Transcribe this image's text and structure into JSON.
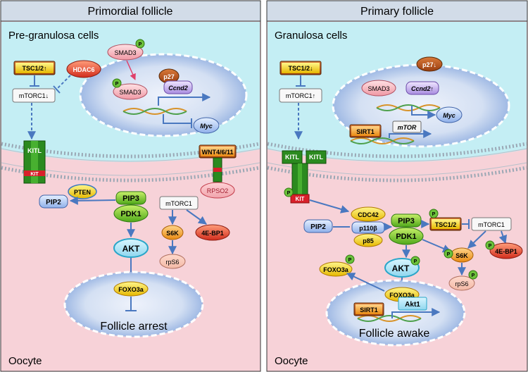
{
  "panels": {
    "left": {
      "title": "Primordial follicle",
      "top_cell": "Pre-granulosa cells",
      "bottom_cell": "Oocyte",
      "nucleus_text": "Follicle arrest",
      "labels": {
        "tsc": "TSC1/2↑",
        "hdac6": "HDAC6",
        "mtorc1_top": "mTORC1↓",
        "smad3_out": "SMAD3",
        "smad3_in": "SMAD3",
        "p27": "p27",
        "ccnd2": "Ccnd2",
        "myc": "Myc",
        "kitl": "KITL",
        "kit": "KIT",
        "wnt": "WNT4/6/11",
        "rpso2": "RPSO2",
        "pten": "PTEN",
        "pip2": "PIP2",
        "pip3": "PIP3",
        "pdk1": "PDK1",
        "mtorc1_bottom": "mTORC1",
        "s6k": "S6K",
        "ebp1": "4E-BP1",
        "rps6": "rpS6",
        "akt": "AKT",
        "foxo3a": "FOXO3a",
        "p": "P"
      }
    },
    "right": {
      "title": "Primary follicle",
      "top_cell": "Granulosa cells",
      "bottom_cell": "Oocyte",
      "nucleus_text": "Follicle awake",
      "labels": {
        "tsc": "TSC1/2↓",
        "p27": "p27↓",
        "mtorc1_top": "mTORC1↑",
        "smad3": "SMAD3",
        "ccnd2": "Ccnd2↑",
        "myc": "Myc",
        "sirt1_top": "SIRT1",
        "mtor": "mTOR",
        "kitl_a": "KITL",
        "kitl_b": "KITL",
        "kit": "KIT",
        "pip2": "PIP2",
        "cdc42": "CDC42",
        "p110": "p110β",
        "p85": "p85",
        "pip3": "PIP3",
        "pdk1": "PDK1",
        "tsc_bottom": "TSC1/2",
        "mtorc1_bottom": "mTORC1",
        "s6k": "S6K",
        "ebp1": "4E-BP1",
        "rps6": "rpS6",
        "akt": "AKT",
        "foxo3a_out": "FOXO3a",
        "foxo3a_in": "FOXO3a",
        "sirt1_bottom": "SIRT1",
        "akt1": "Akt1",
        "p": "P"
      }
    }
  },
  "colors": {
    "cell_top": "#c4eef4",
    "cell_bottom": "#f7d2d8",
    "header": "#d2dce8",
    "kit_green": "#2b8a1f",
    "kit_red": "#d8202a",
    "phospho": "#6cc13b"
  }
}
